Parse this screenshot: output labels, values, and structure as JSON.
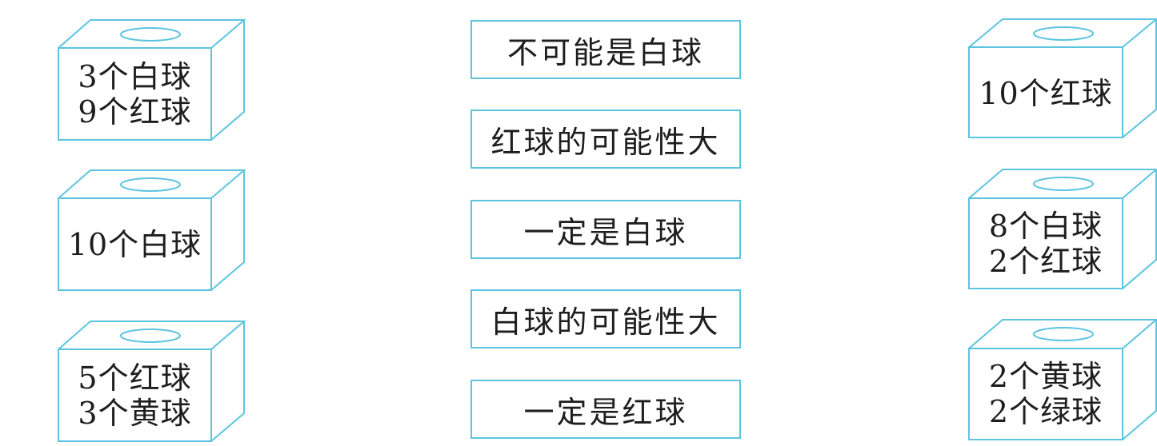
{
  "colors": {
    "line": "#5cc4e0",
    "text": "#1e1e1e",
    "background": "#ffffff"
  },
  "left_boxes": [
    {
      "lines": [
        "3个白球",
        "9个红球"
      ]
    },
    {
      "lines": [
        "10个白球"
      ]
    },
    {
      "lines": [
        "5个红球",
        "3个黄球"
      ]
    }
  ],
  "statements": [
    "不可能是白球",
    "红球的可能性大",
    "一定是白球",
    "白球的可能性大",
    "一定是红球"
  ],
  "right_boxes": [
    {
      "lines": [
        "10个红球"
      ]
    },
    {
      "lines": [
        "8个白球",
        "2个红球"
      ]
    },
    {
      "lines": [
        "2个黄球",
        "2个绿球"
      ]
    }
  ]
}
